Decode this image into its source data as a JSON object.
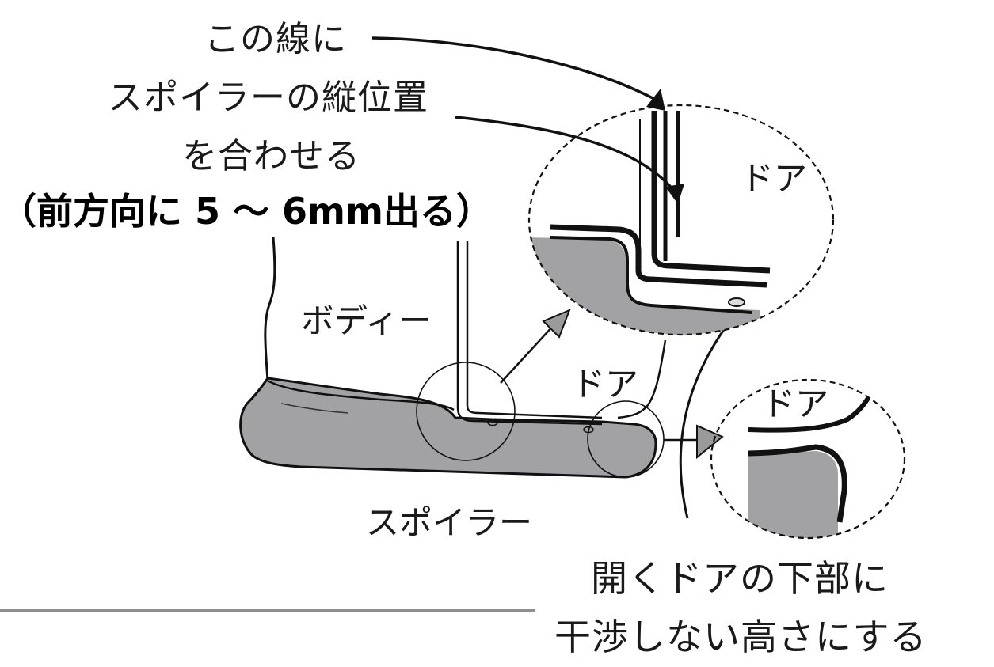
{
  "instruction": {
    "line1": "この線に",
    "line2": "スポイラーの縦位置",
    "line3": "を合わせる",
    "line4": "（前方向に 5 〜 6mm出る）"
  },
  "labels": {
    "body": "ボディー",
    "door_main": "ドア",
    "spoiler": "スポイラー",
    "door_zoom_top": "ドア",
    "door_zoom_right": "ドア"
  },
  "note": {
    "line1": "開くドアの下部に",
    "line2": "干渉しない高さにする"
  },
  "colors": {
    "spoiler_fill": "#a2a2a4",
    "stroke": "#111111",
    "arrow_fill": "#9a9a9a",
    "divider": "#8e8e8e"
  }
}
